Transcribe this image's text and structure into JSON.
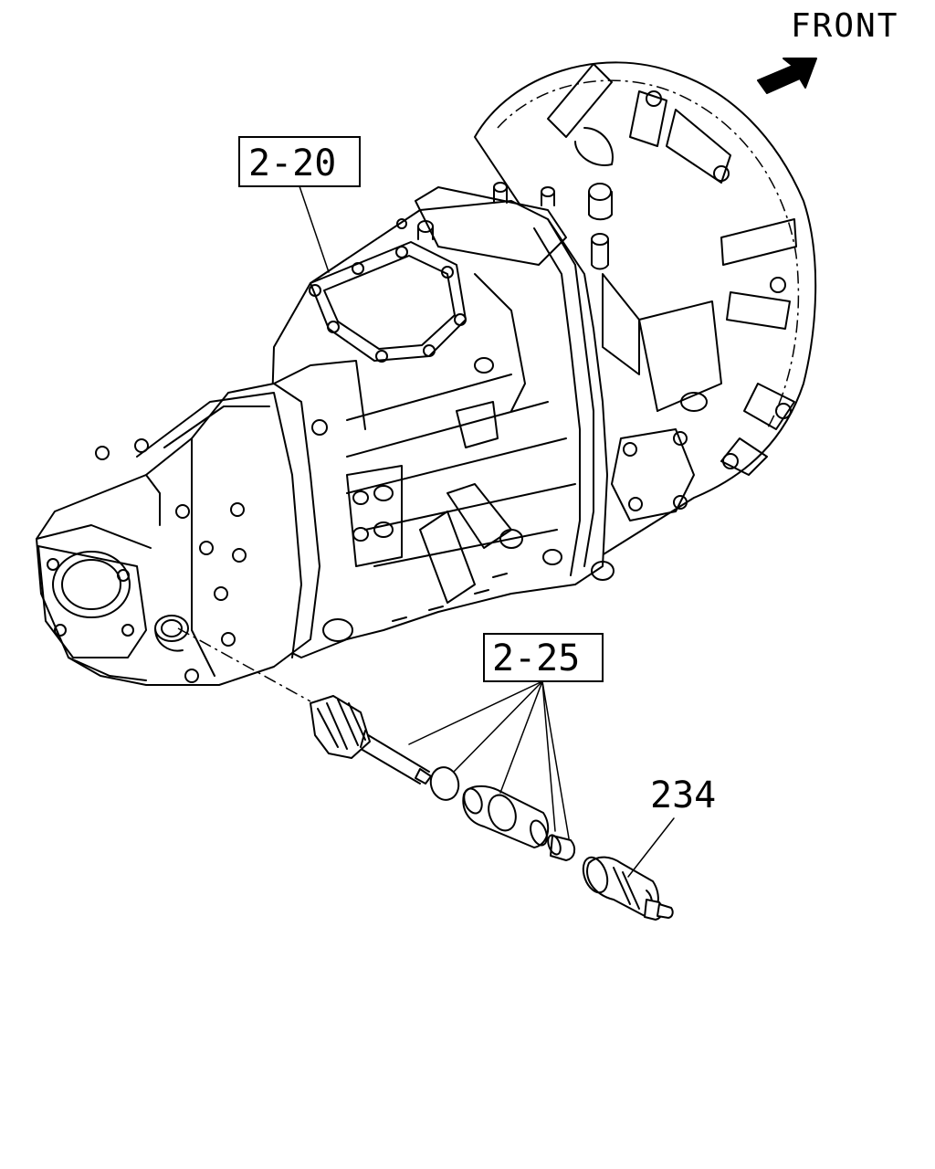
{
  "orientation": {
    "label": "FRONT",
    "arrow_icon": "arrow-up-right-icon"
  },
  "callouts": {
    "transmission_ref": "2-20",
    "speedometer_kit_ref": "2-25",
    "sensor_part_no": "234"
  },
  "colors": {
    "line": "#000000",
    "background": "#ffffff"
  }
}
